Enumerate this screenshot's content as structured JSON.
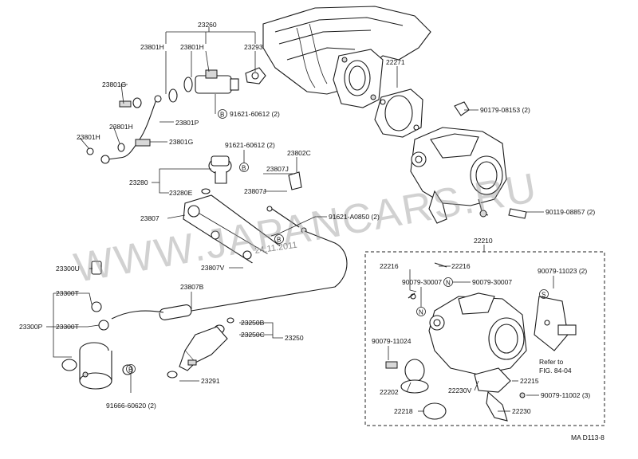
{
  "watermark": {
    "text": "WWW.JAPANCARS.RU",
    "date": "24.11.2011"
  },
  "figure_code": "MA D113-8",
  "note_refer": {
    "line1": "Refer to",
    "line2": "FIG. 84-04"
  },
  "symbols": {
    "B": "B",
    "N": "N",
    "S": "S"
  },
  "labels": {
    "p23260": "23260",
    "p23801H_a": "23801H",
    "p23801H_b": "23801H",
    "p23293": "23293",
    "p23801G_a": "23801G",
    "p91621_a": "91621-60612 (2)",
    "p23801P": "23801P",
    "p23801H_c": "23801H",
    "p23801H_d": "23801H",
    "p23801G_b": "23801G",
    "p91621_b": "91621-60612 (2)",
    "p23802C": "23802C",
    "p23807J_a": "23807J",
    "p23280": "23280",
    "p23280E": "23280E",
    "p23807J_b": "23807J",
    "p23807": "23807",
    "p91621_A0850": "91621-A0850 (2)",
    "p23807V": "23807V",
    "p23807B": "23807B",
    "p23300U": "23300U",
    "p23300T_a": "23300T",
    "p23300P": "23300P",
    "p23300T_b": "23300T",
    "p23250B": "23250B",
    "p23250C": "23250C",
    "p23250": "23250",
    "p23291": "23291",
    "p91666": "91666-60620 (2)",
    "p22271": "22271",
    "p90179": "90179-08153 (2)",
    "p90119": "90119-08857 (2)",
    "p22210": "22210",
    "p22216_a": "22216",
    "p22216_b": "22216",
    "p90079_30007_a": "90079-30007",
    "p90079_30007_b": "90079-30007",
    "p90079_11023": "90079-11023 (2)",
    "p90079_11024": "90079-11024",
    "p22202": "22202",
    "p22230V": "22230V",
    "p22215": "22215",
    "p90079_11002": "90079-11002 (3)",
    "p22218": "22218",
    "p22230": "22230"
  }
}
